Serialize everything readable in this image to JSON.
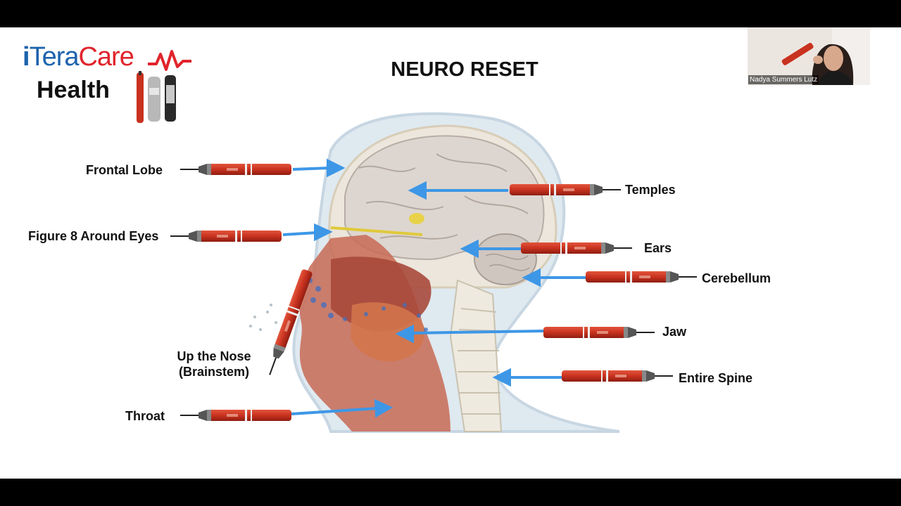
{
  "slide": {
    "title": "NEURO RESET",
    "logo": {
      "brand_i": "i",
      "brand_tera": "Tera",
      "brand_care": "Care",
      "subtitle": "Health",
      "accent_red": "#e0242c",
      "accent_blue": "#1d63ad"
    },
    "labels": {
      "frontal_lobe": "Frontal Lobe",
      "figure8": "Figure 8 Around Eyes",
      "nose_line1": "Up the Nose",
      "nose_line2": "(Brainstem)",
      "throat": "Throat",
      "temples": "Temples",
      "ears": "Ears",
      "cerebellum": "Cerebellum",
      "jaw": "Jaw",
      "spine": "Entire Spine"
    },
    "colors": {
      "arrow": "#3d97e6",
      "wand": "#c8321f"
    }
  },
  "video": {
    "participant_name": "Nadya Summers Lutz"
  }
}
